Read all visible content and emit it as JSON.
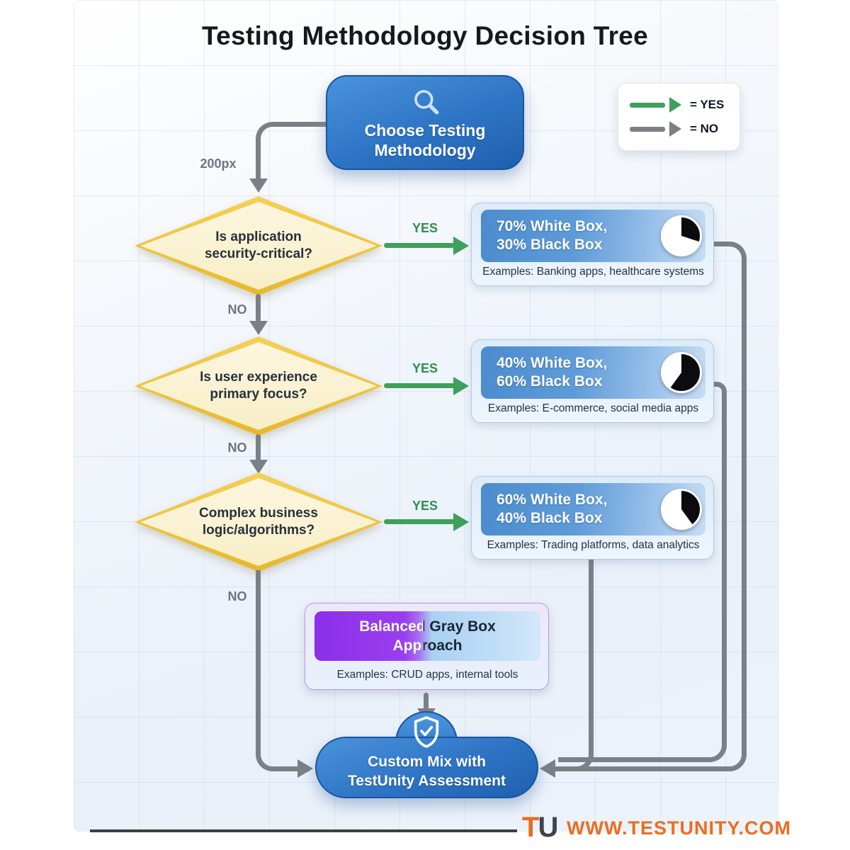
{
  "title": "Testing Methodology Decision Tree",
  "legend": {
    "yes": "= YES",
    "no": "= NO"
  },
  "spacing_annotation": "200px",
  "start": {
    "line1": "Choose Testing",
    "line2": "Methodology",
    "icon": "magnifier-icon"
  },
  "decisions": [
    {
      "line1": "Is application",
      "line2": "security-critical?",
      "yes": "YES",
      "no": "NO"
    },
    {
      "line1": "Is user experience",
      "line2": "primary focus?",
      "yes": "YES",
      "no": "NO"
    },
    {
      "line1": "Complex business",
      "line2": "logic/algorithms?",
      "yes": "YES",
      "no": "NO"
    }
  ],
  "outcomes": [
    {
      "line1": "70% White Box,",
      "line2": "30% Black Box",
      "examples": "Examples: Banking apps, healthcare systems",
      "pie_black_pct": 30
    },
    {
      "line1": "40% White Box,",
      "line2": "60% Black Box",
      "examples": "Examples: E-commerce, social media apps",
      "pie_black_pct": 60
    },
    {
      "line1": "60% White Box,",
      "line2": "40% Black Box",
      "examples": "Examples: Trading platforms, data analytics",
      "pie_black_pct": 40
    }
  ],
  "balanced": {
    "line1": "Balanced Gray Box",
    "line2": "Approach",
    "examples": "Examples: CRUD apps, internal tools"
  },
  "final": {
    "line1": "Custom Mix with",
    "line2": "TestUnity Assessment",
    "icon": "shield-check-icon"
  },
  "footer": {
    "logo_t": "T",
    "logo_u": "U",
    "website": "WWW.TESTUNITY.COM"
  },
  "colors": {
    "yes_green": "#3fa05e",
    "yes_text": "#2e8f4e",
    "no_gray": "#7b8087",
    "node_blue": "#2e74c4",
    "diamond_border": "#eec339",
    "diamond_fill": "#faf3d2",
    "brand_orange": "#ea6d1f"
  }
}
